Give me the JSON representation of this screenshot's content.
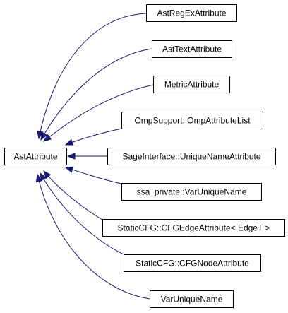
{
  "diagram": {
    "type": "class-inheritance-graph",
    "base_class": "AstAttribute",
    "derived_classes": [
      "AstRegExAttribute",
      "AstTextAttribute",
      "MetricAttribute",
      "OmpSupport::OmpAttributeList",
      "SageInterface::UniqueNameAttribute",
      "ssa_private::VarUniqueName",
      "StaticCFG::CFGEdgeAttribute< EdgeT >",
      "StaticCFG::CFGNodeAttribute",
      "VarUniqueName"
    ],
    "edge_color": "#191970",
    "edge_direction": "derived-to-base"
  }
}
